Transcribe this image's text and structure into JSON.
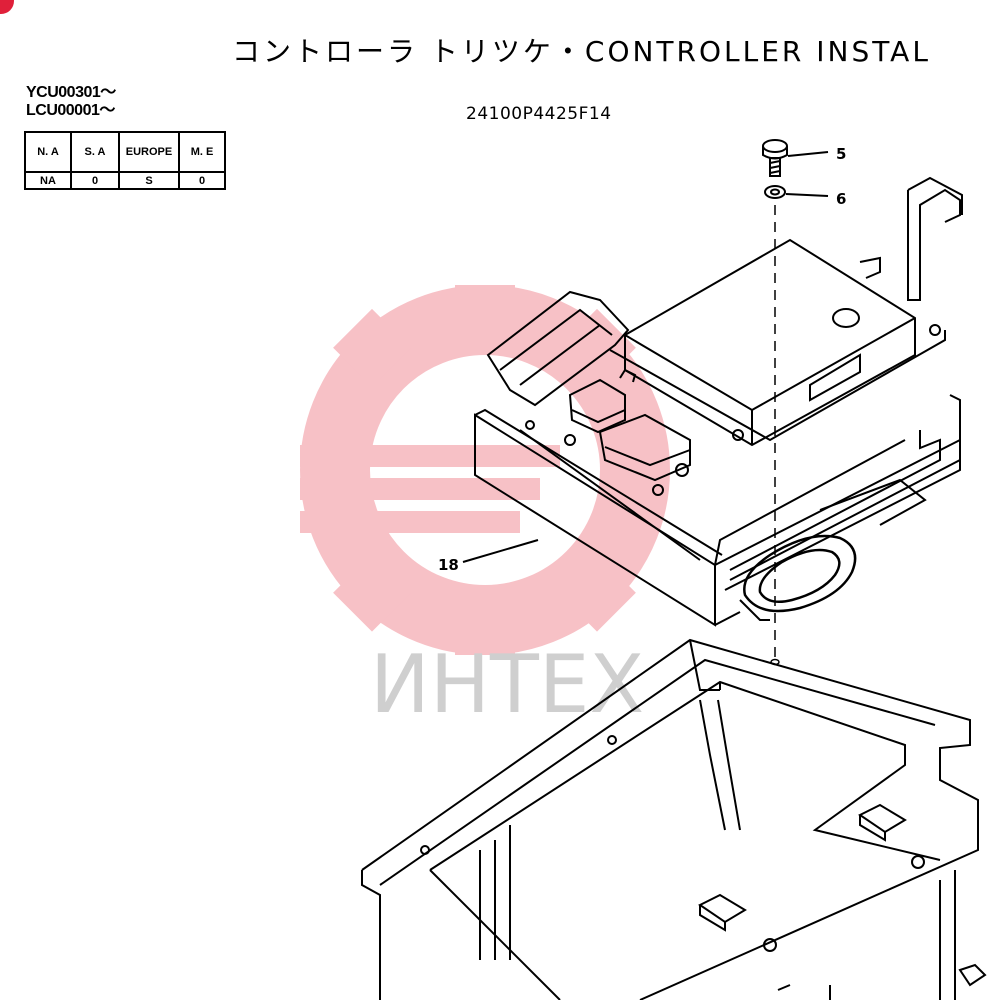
{
  "title": "コントローラ トリツケ・CONTROLLER  INSTAL",
  "serials": [
    "YCU00301〜",
    "LCU00001〜"
  ],
  "part_number": "24100P4425F14",
  "regions_table": {
    "headers": [
      "N. A",
      "S. A",
      "EUROPE",
      "M. E"
    ],
    "values": [
      "NA",
      "0",
      "S",
      "0"
    ]
  },
  "callouts": {
    "bolt": "5",
    "washer": "6",
    "bracket": "18"
  },
  "watermark": {
    "text": "ИНТЕХ",
    "color": "#f6b7bd"
  }
}
